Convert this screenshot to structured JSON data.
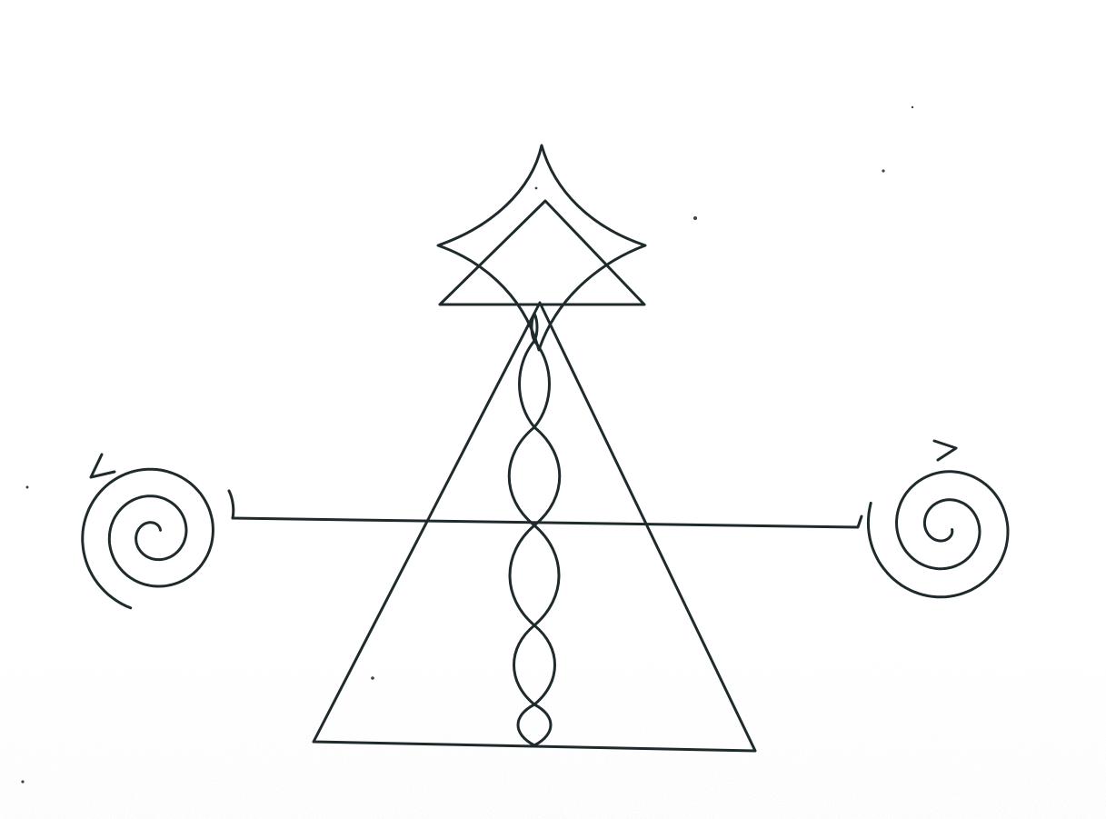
{
  "drawing": {
    "elements": [
      "diamond-sigil",
      "small-upper-triangle",
      "large-triangle",
      "double-helix",
      "horizontal-line",
      "left-spiral",
      "right-spiral",
      "left-arrow-head",
      "right-arrow-head"
    ]
  },
  "colors": {
    "ink": "#1f2a2d",
    "paper": "#ffffff",
    "scan_noise": "#cfd3d3"
  }
}
